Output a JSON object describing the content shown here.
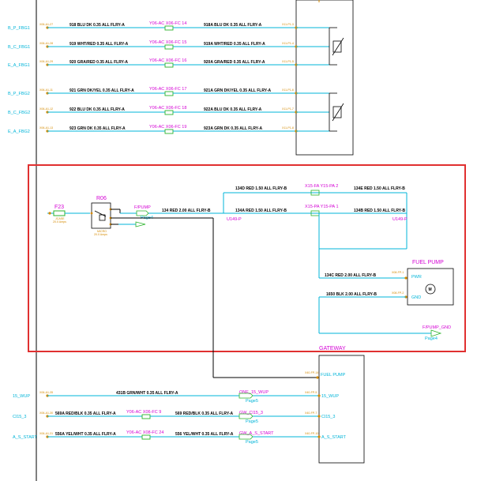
{
  "top_rows": [
    {
      "sig": "B_P_FBG1",
      "pin": "X06-A1-27",
      "wl": "918 BLU DK 0.35 ALL FLRY-A",
      "conn": "Y06-AC X06-FC 14",
      "wr": "918A BLU DK 0.35 ALL FLRY-A",
      "rpin": "X11-P1-3"
    },
    {
      "sig": "B_C_FBG1",
      "pin": "X06-A1-28",
      "wl": "919 WHT/RED 0.35 ALL FLRY-A",
      "conn": "Y06-AC X06-FC 15",
      "wr": "919A WHT/RED 0.35 ALL FLRY-A",
      "rpin": "X11-P1-4"
    },
    {
      "sig": "E_A_FBG1",
      "pin": "X06-A1-29",
      "wl": "920 GRA/RED 0.35 ALL FLRY-A",
      "conn": "Y06-AC X06-FC 16",
      "wr": "920A GRA/RED 0.35 ALL FLRY-A",
      "rpin": "X11-P1-5"
    },
    {
      "sig": "B_P_FBG2",
      "pin": "X06-A1-11",
      "wl": "921 GRN DK/YEL 0.35 ALL FLRY-A",
      "conn": "Y06-AC X06-FC 17",
      "wr": "921A GRN DK/YEL 0.35 ALL FLRY-A",
      "rpin": "X11-P1-6"
    },
    {
      "sig": "B_C_FBG2",
      "pin": "X06-A1-12",
      "wl": "922 BLU DK 0.35 ALL FLRY-A",
      "conn": "Y06-AC X06-FC 18",
      "wr": "922A BLU DK 0.35 ALL FLRY-A",
      "rpin": "X11-P1-7"
    },
    {
      "sig": "E_A_FBG2",
      "pin": "X06-A1-13",
      "wl": "923 GRN DK 0.35 ALL FLRY-A",
      "conn": "Y06-AC X06-FC 19",
      "wr": "923A GRN DK 0.35 ALL FLRY-A",
      "rpin": "X11-P1-8"
    }
  ],
  "fuel": {
    "fuse": {
      "name": "F23",
      "rating": "JCASE",
      "amps": "20.0 Amps"
    },
    "relay": {
      "name": "R06",
      "sub": "MICRO",
      "amps": "20.0 Amps"
    },
    "fpump_ref": {
      "name": "F/PUMP",
      "page": "Page4"
    },
    "w134": "134 RED 2.00 ALL FLRY-B",
    "w134D": "134D RED 1.50 ALL FLRY-B",
    "w134A": "134A RED 1.50 ALL FLRY-B",
    "w134E": "134E RED 1.50 ALL FLRY-B",
    "w134B": "134B RED 1.50 ALL FLRY-B",
    "x15a": "X15-FA Y15-PA 2",
    "x15b": "X15-PA Y15-PA 1",
    "u149_left": "U149-P",
    "u149_right": "U149-P",
    "pump_title": "FUEL PUMP",
    "pwr": "PWR",
    "gnd": "GND",
    "motor": "M",
    "w134C": "134C RED 2.00 ALL FLRY-B",
    "w1650": "1650 BLK 2.00 ALL FLRY-B",
    "pin_pwr": "X08-FP-1",
    "pin_gnd": "X08-FP-2",
    "gnd_ref": {
      "name": "F/PUMP_GND",
      "page": "Page4"
    }
  },
  "gateway": {
    "title": "GATEWAY",
    "fuel_pin_label": "FUEL PUMP",
    "fuel_pin": "X40-FP-14",
    "rows": [
      {
        "sig": "15_WUP",
        "pin": "X06-A1-35",
        "wl": "431B GRN/WHT 0.35 ALL FLRY-A",
        "ref": "ONE_15_WUP",
        "page": "Page5",
        "gpin": "X40-FP-5",
        "glabel": "15_WUP"
      },
      {
        "sig": "Cl15_3",
        "pin": "X06-A1-30",
        "wl": "569A RED/BLK 0.35 ALL FLRY-A",
        "conn": "Y06-AC X06-FC 9",
        "wr": "569 RED/BLK 0.35 ALL FLRY-A",
        "ref": "GW_Cl15_3",
        "page": "Page5",
        "gpin": "X40-FP-7",
        "glabel": "Cl15_3"
      },
      {
        "sig": "A_S_START",
        "pin": "X06-A1-31",
        "wl": "556A YEL/WHT 0.35 ALL FLRY-A",
        "conn": "Y06-AC X08-FC 24",
        "wr": "556 YEL/WHT 0.35 ALL FLRY-A",
        "ref": "GW_A_S_START",
        "page": "Page5",
        "gpin": "X40-FP-10",
        "glabel": "A_S_START"
      }
    ]
  },
  "colors": {
    "cyan": "#00b4d8",
    "magenta": "#d400d4",
    "orange": "#d48a00",
    "green": "#2bb32b",
    "highlight": "#e03030"
  }
}
